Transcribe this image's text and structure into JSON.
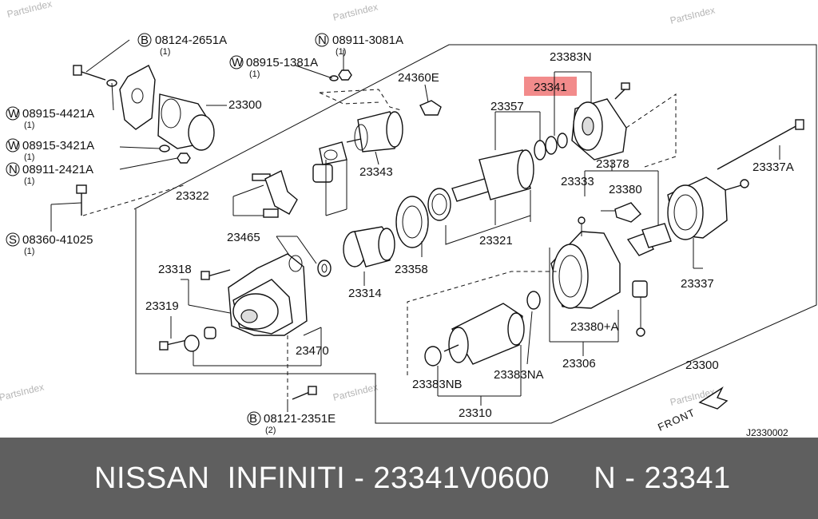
{
  "watermark": "PartsIndex",
  "highlight_color": "#f28b8b",
  "banner_color": "#5f5f5f",
  "diagram_code": "J2330002",
  "front_label": "FRONT",
  "fasteners": [
    {
      "id": "fastener-b-08124",
      "symbol": "B",
      "code": "08124-2651A",
      "qty": "(1)"
    },
    {
      "id": "fastener-n-08911-3081",
      "symbol": "N",
      "code": "08911-3081A",
      "qty": "(1)"
    },
    {
      "id": "fastener-w-08915-1381",
      "symbol": "W",
      "code": "08915-1381A",
      "qty": "(1)"
    },
    {
      "id": "fastener-w-08915-4421",
      "symbol": "W",
      "code": "08915-4421A",
      "qty": "(1)"
    },
    {
      "id": "fastener-w-08915-3421",
      "symbol": "W",
      "code": "08915-3421A",
      "qty": "(1)"
    },
    {
      "id": "fastener-n-08911-2421",
      "symbol": "N",
      "code": "08911-2421A",
      "qty": "(1)"
    },
    {
      "id": "fastener-s-08360",
      "symbol": "S",
      "code": "08360-41025",
      "qty": "(1)"
    },
    {
      "id": "fastener-b-08121",
      "symbol": "B",
      "code": "08121-2351E",
      "qty": "(2)"
    }
  ],
  "callouts": {
    "p23300_top": "23300",
    "p24360e": "24360E",
    "p23383n": "23383N",
    "p23341": "23341",
    "p23357": "23357",
    "p23343": "23343",
    "p23322": "23322",
    "p23465": "23465",
    "p23318": "23318",
    "p23319": "23319",
    "p23470": "23470",
    "p23314": "23314",
    "p23358": "23358",
    "p23321": "23321",
    "p23378": "23378",
    "p23333": "23333",
    "p23380": "23380",
    "p23337a": "23337A",
    "p23337": "23337",
    "p23380a": "23380+A",
    "p23306": "23306",
    "p23300_bottom": "23300",
    "p23383nb": "23383NB",
    "p23383na": "23383NA",
    "p23310": "23310"
  },
  "banner": {
    "text": "NISSAN  INFINITI - 23341V0600     N - 23341"
  }
}
